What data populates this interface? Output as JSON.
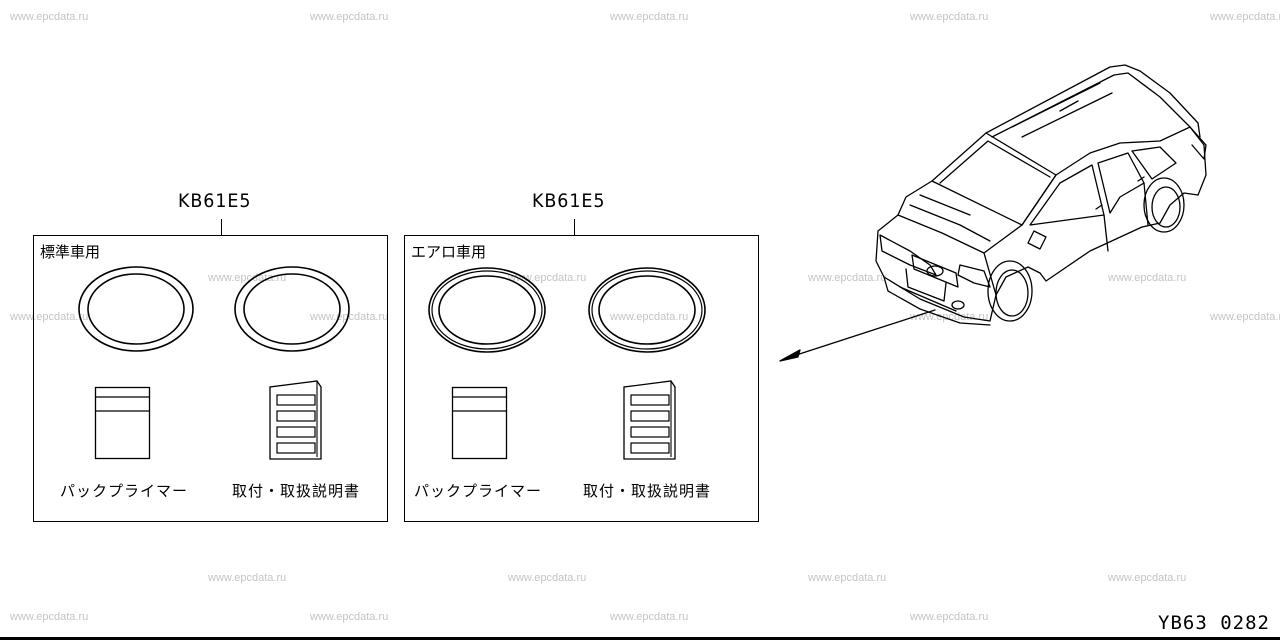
{
  "watermarks": [
    "www.epcdata.ru"
  ],
  "kits": [
    {
      "part_code": "KB61E5",
      "title": "標準車用",
      "items": [
        {
          "icon": "emblem-ring-icon"
        },
        {
          "icon": "emblem-ring-icon"
        },
        {
          "icon": "primer-pack-icon",
          "label": "パックプライマー"
        },
        {
          "icon": "manual-booklet-icon",
          "label": "取付・取扱説明書"
        }
      ]
    },
    {
      "part_code": "KB61E5",
      "title": "エアロ車用",
      "items": [
        {
          "icon": "emblem-ring-icon"
        },
        {
          "icon": "emblem-ring-icon"
        },
        {
          "icon": "primer-pack-icon",
          "label": "パックプライマー"
        },
        {
          "icon": "manual-booklet-icon",
          "label": "取付・取扱説明書"
        }
      ]
    }
  ],
  "diagram_number": "YB63 0282"
}
